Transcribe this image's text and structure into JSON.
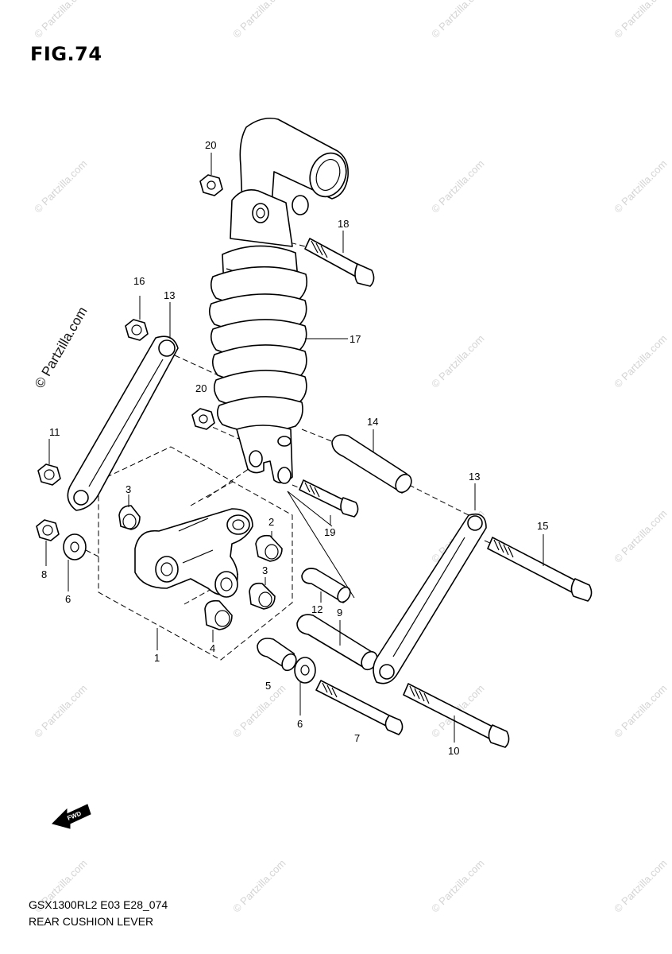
{
  "figure": {
    "title": "FIG.74"
  },
  "footer": {
    "model_code": "GSX1300RL2 E03 E28_074",
    "diagram_name": "REAR CUSHION LEVER"
  },
  "watermark": {
    "text": "© Partzilla.com"
  },
  "fwd_arrow": {
    "label": "FWD",
    "icon": "forward-arrow-icon"
  },
  "callouts": [
    "20",
    "18",
    "16",
    "13",
    "17",
    "20",
    "11",
    "14",
    "13",
    "3",
    "2",
    "15",
    "8",
    "6",
    "3",
    "19",
    "12",
    "9",
    "1",
    "4",
    "5",
    "6",
    "7",
    "10"
  ]
}
